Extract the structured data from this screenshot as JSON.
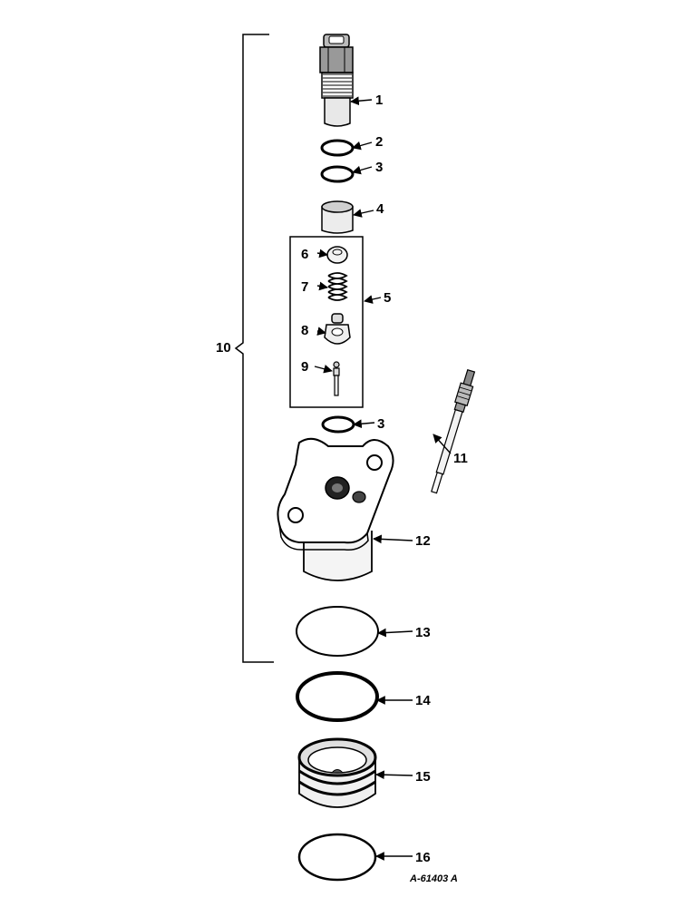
{
  "callouts": {
    "c1": "1",
    "c2": "2",
    "c3a": "3",
    "c4": "4",
    "c5": "5",
    "c6": "6",
    "c7": "7",
    "c8": "8",
    "c9": "9",
    "c10": "10",
    "c3b": "3",
    "c11": "11",
    "c12": "12",
    "c13": "13",
    "c14": "14",
    "c15": "15",
    "c16": "16"
  },
  "drawing_ref": "A-61403 A",
  "colors": {
    "ink": "#000000",
    "paper": "#ffffff",
    "shade": "#d9d9d9"
  }
}
